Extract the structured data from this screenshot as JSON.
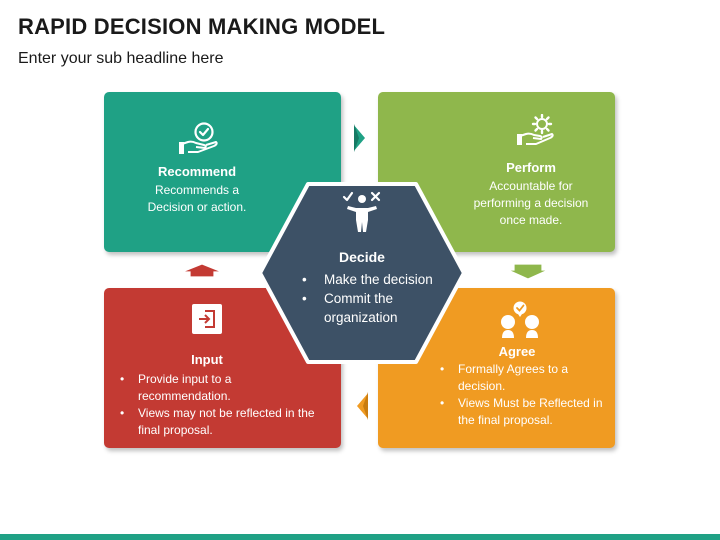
{
  "slide": {
    "title": "RAPID DECISION MAKING MODEL",
    "subtitle": "Enter your sub headline here"
  },
  "boxes": {
    "recommend": {
      "heading": "Recommend",
      "text_line1": "Recommends a",
      "text_line2": "Decision or action.",
      "icon": "hand-check-icon",
      "color": "#1fa185"
    },
    "perform": {
      "heading": "Perform",
      "text_line1": "Accountable for",
      "text_line2": "performing a decision",
      "text_line3": "once made.",
      "icon": "hand-gear-icon",
      "color": "#8fb74c"
    },
    "input": {
      "heading": "Input",
      "bullets": [
        "Provide input to a recommendation.",
        "Views may not be reflected in the final proposal."
      ],
      "icon": "sign-in-icon",
      "color": "#c33a33"
    },
    "agree": {
      "heading": "Agree",
      "bullets": [
        "Formally Agrees to a decision.",
        "Views Must be Reflected in the final proposal."
      ],
      "icon": "agreeing-people-icon",
      "color": "#f09b22"
    }
  },
  "center": {
    "heading": "Decide",
    "bullets": [
      "Make the decision",
      "Commit the organization"
    ],
    "icon": "decision-person-icon",
    "color": "#3d5166"
  },
  "arrows": {
    "right": {
      "icon": "arrow-right-icon",
      "color": "#1fa185"
    },
    "down": {
      "icon": "arrow-down-icon",
      "color": "#8fb74c"
    },
    "left": {
      "icon": "arrow-left-icon",
      "color": "#f09b22"
    },
    "up": {
      "icon": "arrow-up-icon",
      "color": "#c33a33"
    }
  },
  "accent_bar_color": "#1fa185"
}
